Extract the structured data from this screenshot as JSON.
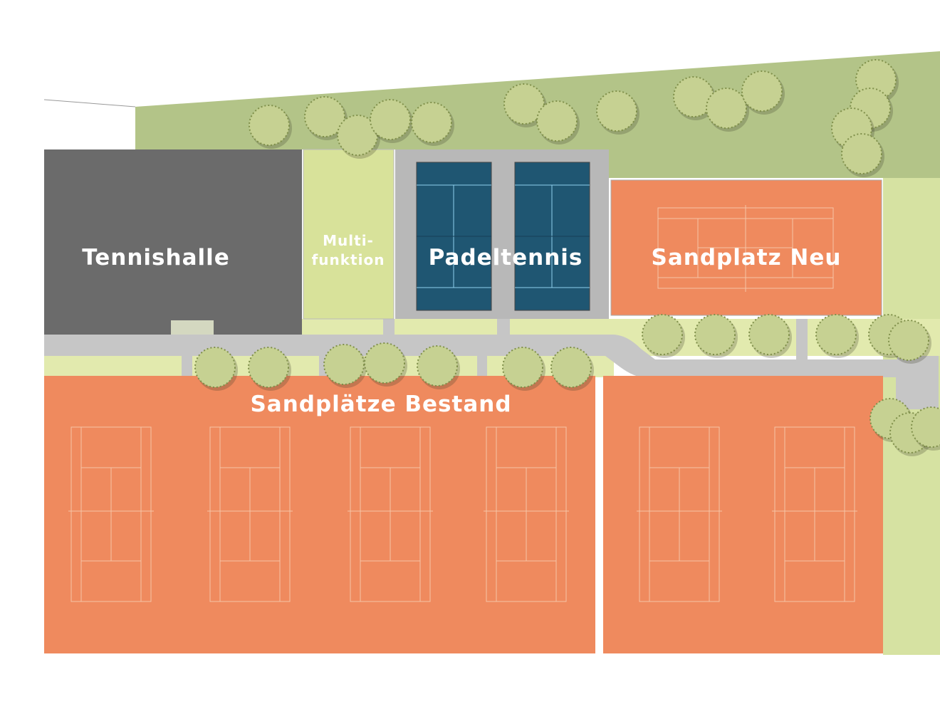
{
  "labels": {
    "tennishalle": "Tennishalle",
    "multifunktion_line1": "Multi-",
    "multifunktion_line2": "funktion",
    "padeltennis": "Padeltennis",
    "sandplatz_neu": "Sandplatz Neu",
    "sandplaetze_bestand": "Sandplätze Bestand"
  },
  "colors": {
    "hall": "#6b6b6b",
    "multifunction": "#d8e29a",
    "padel_surface": "#1f5672",
    "padel_frame": "#b5b5b5",
    "clay": "#ef8a5e",
    "path": "#c6c6c6",
    "grass": "#b3c488",
    "lawn_light": "#e2eaae",
    "tree": "#c6d192"
  }
}
